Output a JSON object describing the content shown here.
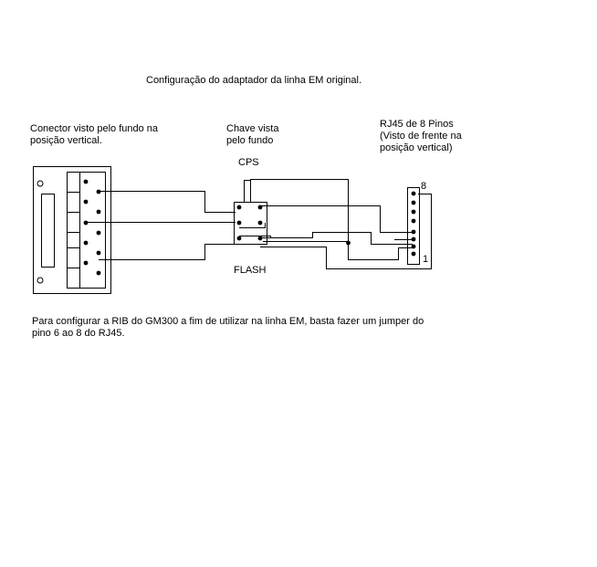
{
  "title": "Configuração do adaptador da linha EM original.",
  "connector": {
    "label_line1": "Conector visto pelo fundo na",
    "label_line2": "posição vertical."
  },
  "switch": {
    "label_line1": "Chave vista",
    "label_line2": "pelo fundo",
    "top_label": "CPS",
    "bottom_label": "FLASH"
  },
  "rj45": {
    "label_line1": "RJ45 de 8 Pinos",
    "label_line2": "(Visto de frente na",
    "label_line3": "posição vertical)",
    "pin_top": "8",
    "pin_bottom": "1"
  },
  "note": {
    "line1": "Para configurar a RIB do GM300 a fim de utilizar na linha EM, basta fazer um jumper do",
    "line2": "pino 6 ao 8 do RJ45."
  }
}
